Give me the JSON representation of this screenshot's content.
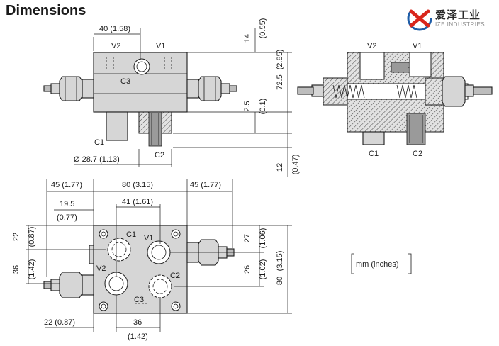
{
  "title": "Dimensions",
  "logo": {
    "brand_cn": "爱泽工业",
    "brand_en": "IZE INDUSTRIES"
  },
  "units_box": "mm (inches)",
  "side_view": {
    "port_labels": [
      "V2",
      "V1",
      "C3",
      "C1",
      "C2"
    ],
    "dims": {
      "width_top": "40 (1.58)",
      "height_top_a": "14",
      "height_top_b": "(0.55)",
      "mid_a": "2.5",
      "mid_b": "(0.1)",
      "total_a": "72.5",
      "total_b": "(2.85)",
      "bottom_a": "12",
      "bottom_b": "(0.47)",
      "diameter": "Ø 28.7 (1.13)"
    }
  },
  "section_view": {
    "port_labels": [
      "V2",
      "V1",
      "C1",
      "C2"
    ]
  },
  "top_view": {
    "port_labels": [
      "C1",
      "V1",
      "V2",
      "C2",
      "C3"
    ],
    "dims": {
      "left_overhang": "45 (1.77)",
      "width": "80 (3.15)",
      "right_overhang": "45 (1.77)",
      "offset_a": "19.5",
      "offset_b": "(0.77)",
      "span": "41 (1.61)",
      "left_top_a": "22",
      "left_top_b": "(0.87)",
      "left_mid_a": "36",
      "left_mid_b": "(1.42)",
      "right_top_a": "27",
      "right_top_b": "(1.06)",
      "right_mid_a": "26",
      "right_mid_b": "(1.02)",
      "right_total_a": "80",
      "right_total_b": "(3.15)",
      "bottom_left": "22 (0.87)",
      "bottom_span_a": "36",
      "bottom_span_b": "(1.42)"
    }
  },
  "colors": {
    "body_fill": "#d6d6d6",
    "line": "#1a1a1a",
    "logo_red": "#d9261c",
    "logo_blue": "#1f5ea8"
  }
}
